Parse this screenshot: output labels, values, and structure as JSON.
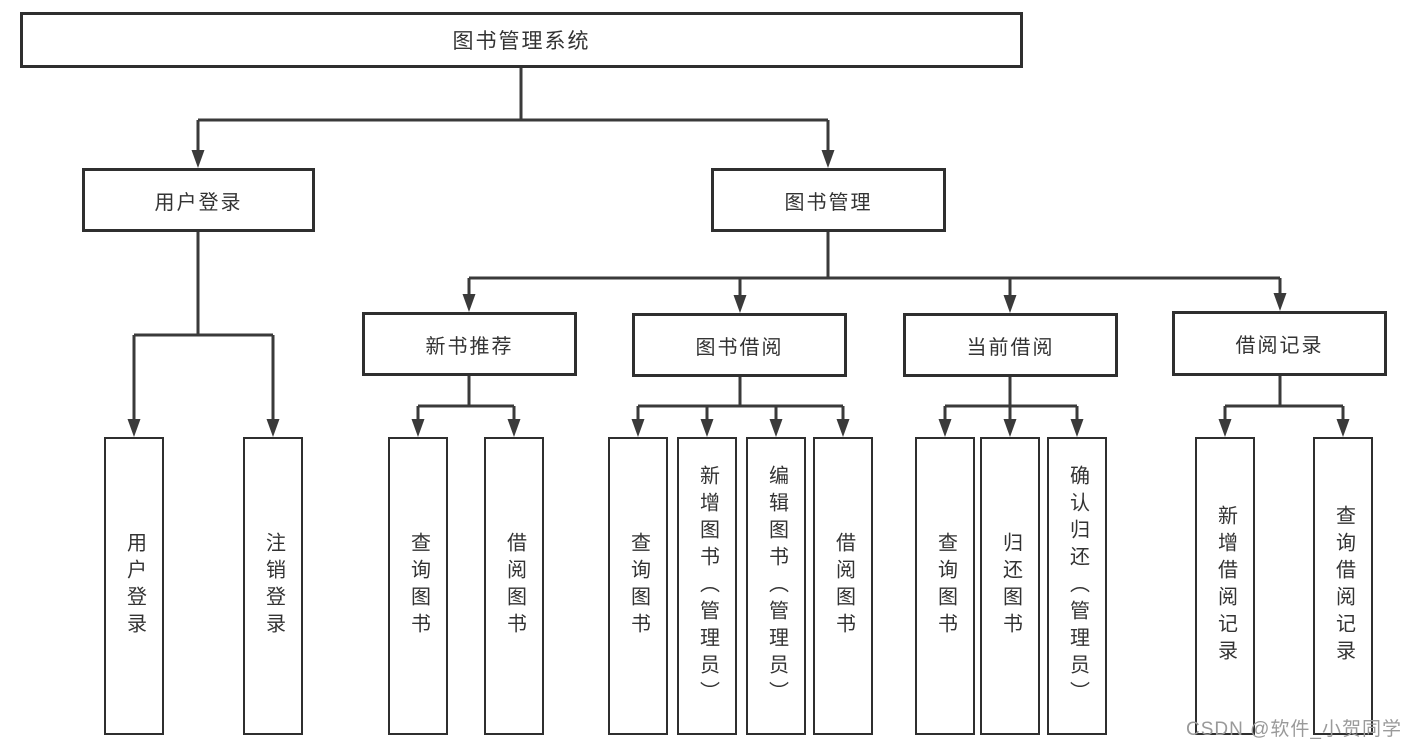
{
  "diagram": {
    "root": {
      "label": "图书管理系统"
    },
    "level2": [
      {
        "label": "用户登录"
      },
      {
        "label": "图书管理"
      }
    ],
    "level3": [
      {
        "label": "新书推荐"
      },
      {
        "label": "图书借阅"
      },
      {
        "label": "当前借阅"
      },
      {
        "label": "借阅记录"
      }
    ],
    "leaves": {
      "user_login": [
        {
          "label": "用户登录"
        },
        {
          "label": "注销登录"
        }
      ],
      "new_book": [
        {
          "label": "查询图书"
        },
        {
          "label": "借阅图书"
        }
      ],
      "book_borrow": [
        {
          "label": "查询图书"
        },
        {
          "label": "新增图书（管理员）"
        },
        {
          "label": "编辑图书（管理员）"
        },
        {
          "label": "借阅图书"
        }
      ],
      "current_borrow": [
        {
          "label": "查询图书"
        },
        {
          "label": "归还图书"
        },
        {
          "label": "确认归还（管理员）"
        }
      ],
      "borrow_records": [
        {
          "label": "新增借阅记录"
        },
        {
          "label": "查询借阅记录"
        }
      ]
    }
  },
  "watermark": {
    "text": "CSDN @软件_小贺同学"
  },
  "colors": {
    "line": "#3a3a3a",
    "box_border": "#2f2f2f",
    "text": "#333333",
    "watermark": "#9a9a9a",
    "background": "#ffffff"
  }
}
